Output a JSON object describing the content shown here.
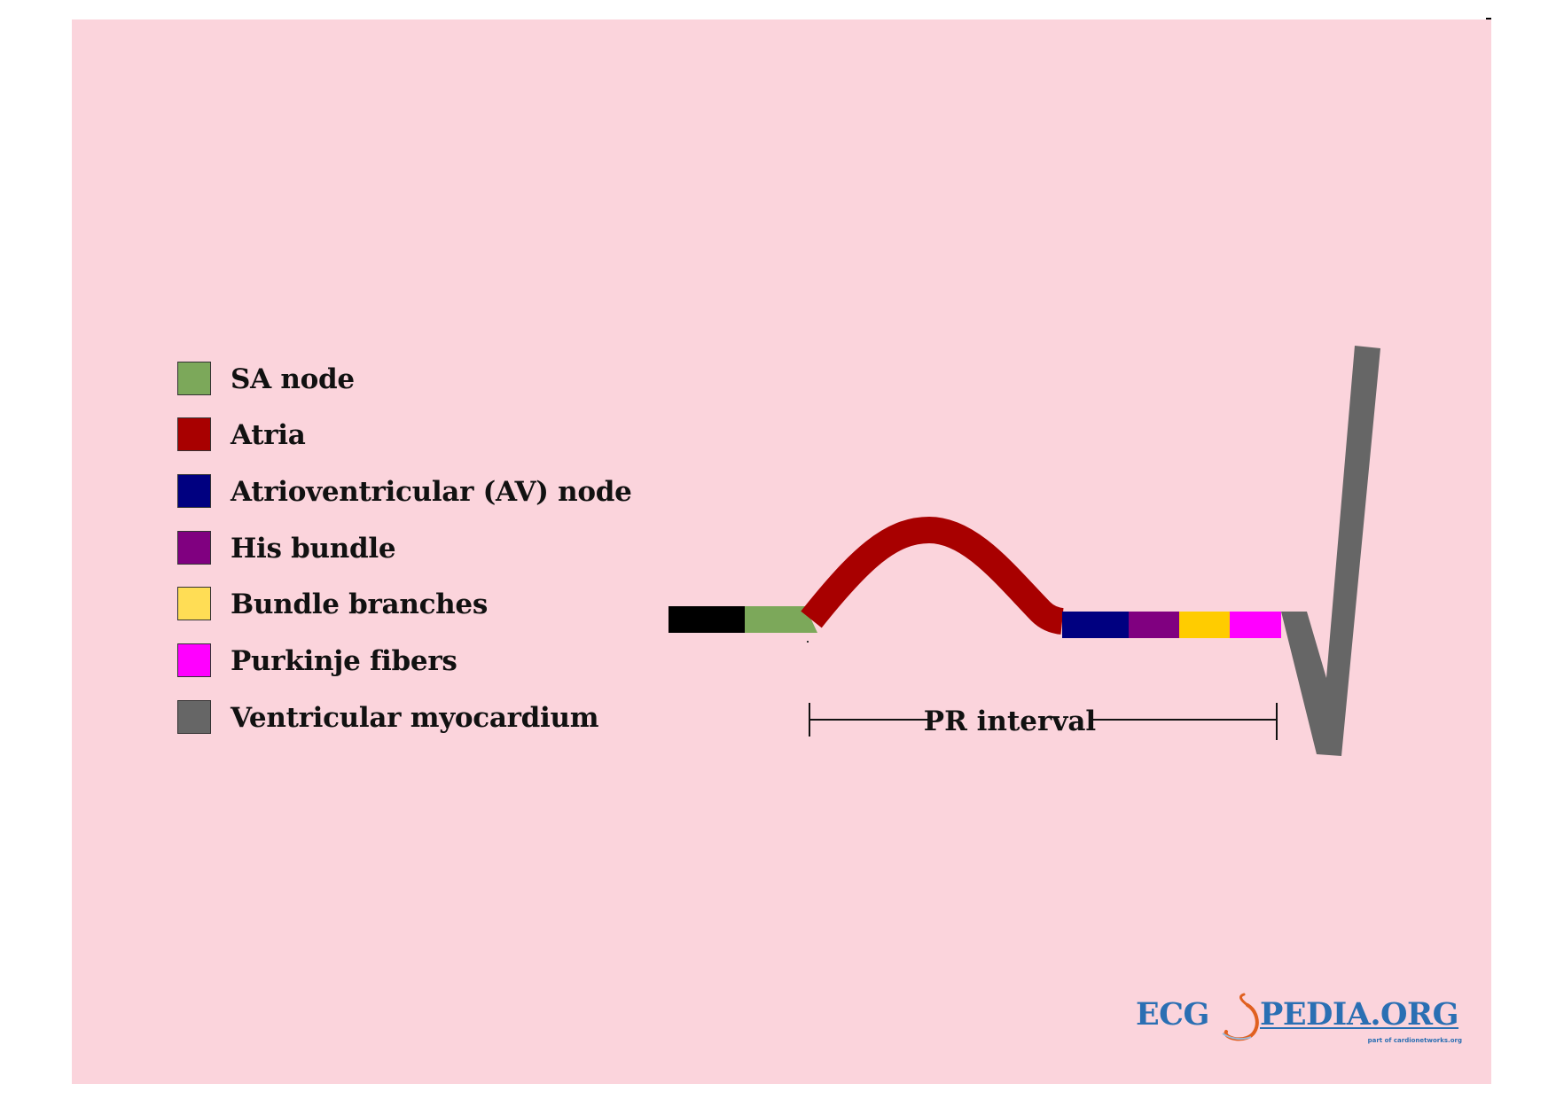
{
  "legend": [
    {
      "label": "SA node",
      "color": "#7ca85a"
    },
    {
      "label": "Atria",
      "color": "#a80000"
    },
    {
      "label": "Atrioventricular (AV) node",
      "color": "#000080"
    },
    {
      "label": "His bundle",
      "color": "#800080"
    },
    {
      "label": "Bundle branches",
      "color": "#ffdd55"
    },
    {
      "label": "Purkinje fibers",
      "color": "#ff00ff"
    },
    {
      "label": "Ventricular myocardium",
      "color": "#666666"
    }
  ],
  "trace": {
    "baseline_color": "#000000",
    "bundle_branches_trace_color": "#ffcc00"
  },
  "annotation": {
    "pr_interval_label": "PR interval"
  },
  "logo": {
    "text_left": "ECG",
    "text_right": "PEDIA.ORG",
    "tagline": "part of cardionetworks.org",
    "color": "#2a6fb3",
    "heart_color": "#e06020"
  },
  "background_color": "#fbd4dc"
}
